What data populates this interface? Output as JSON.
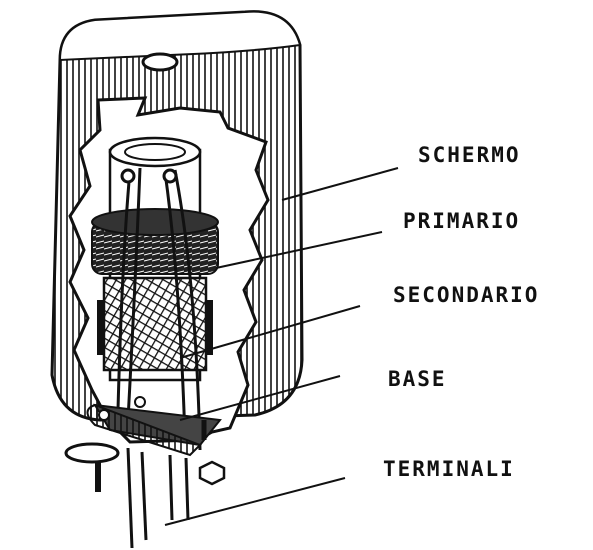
{
  "labels": {
    "schermo": "SCHERMO",
    "primario": "PRIMARIO",
    "secondario": "SECONDARIO",
    "base": "BASE",
    "terminali": "TERMINALI"
  },
  "colors": {
    "ink": "#111111",
    "paper": "#ffffff"
  }
}
